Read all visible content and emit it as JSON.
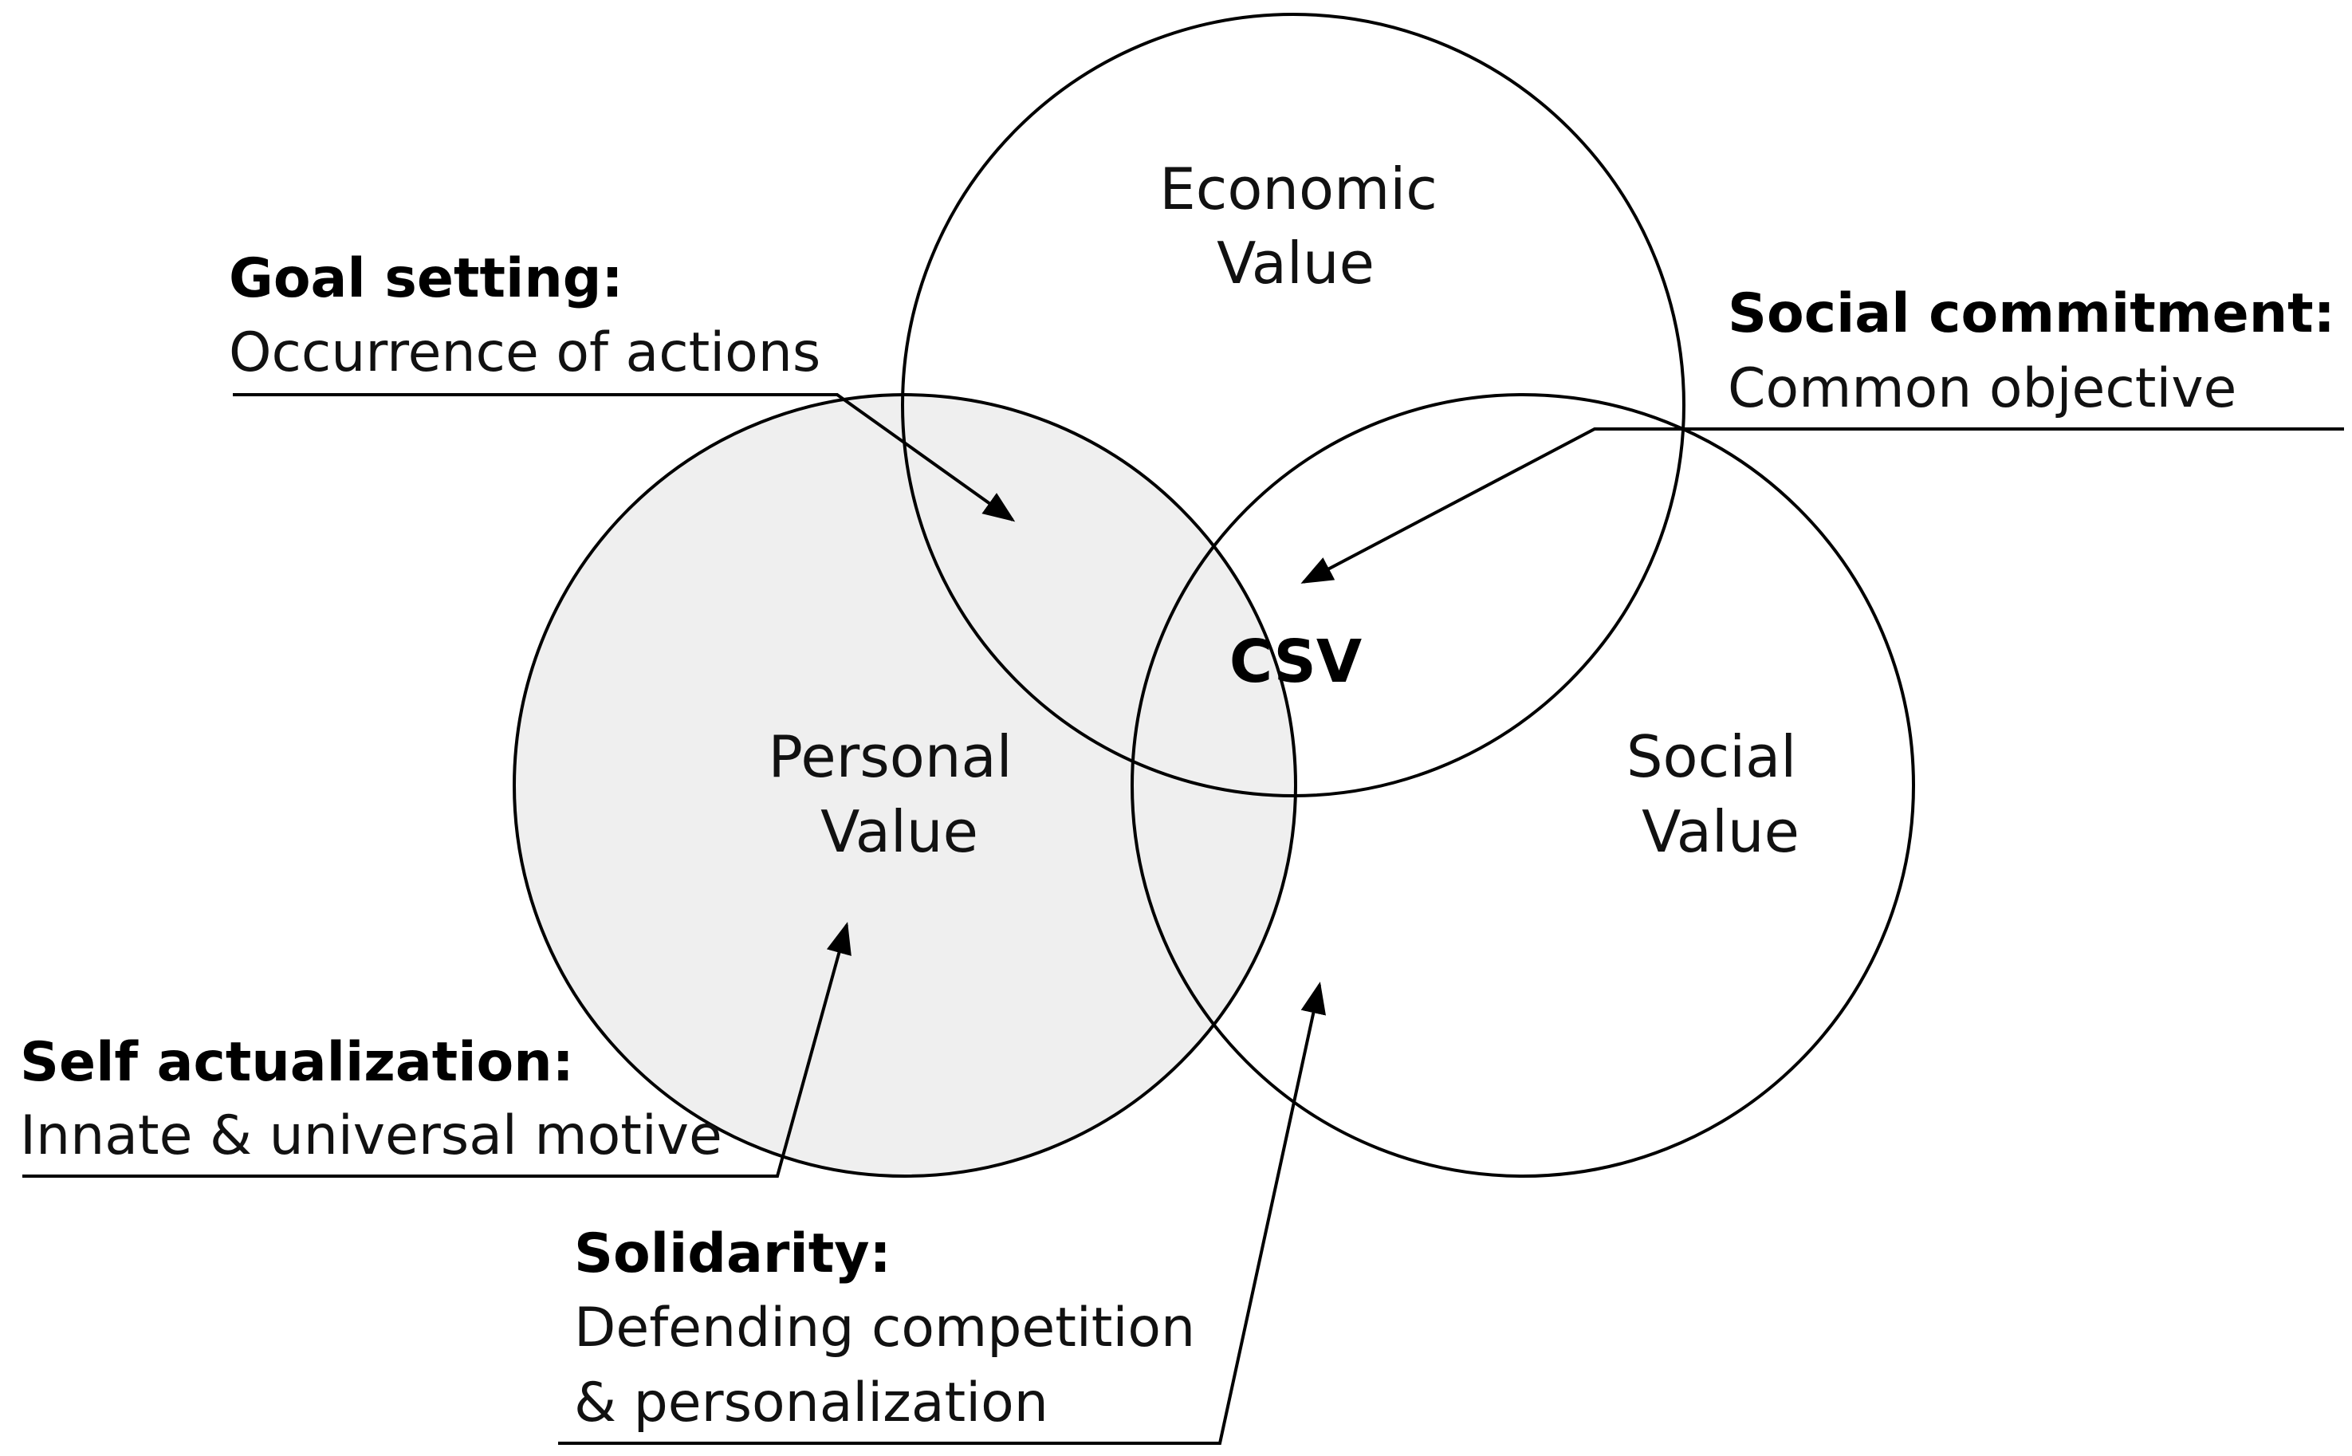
{
  "colors": {
    "line": "#000000",
    "personal_fill": "#efefef",
    "background": "#ffffff"
  },
  "circles": {
    "economic": {
      "line1": "Economic",
      "line2": "Value"
    },
    "personal": {
      "line1": "Personal",
      "line2": "Value"
    },
    "social": {
      "line1": "Social",
      "line2": "Value"
    },
    "center": "CSV"
  },
  "annotations": {
    "goal_setting": {
      "title": "Goal setting:",
      "text": "Occurrence of actions"
    },
    "social_commitment": {
      "title": "Social commitment:",
      "text": "Common objective"
    },
    "self_actualization": {
      "title": "Self actualization:",
      "text": "Innate & universal motive"
    },
    "solidarity": {
      "title": "Solidarity:",
      "line1": "Defending competition",
      "line2": "& personalization"
    }
  }
}
